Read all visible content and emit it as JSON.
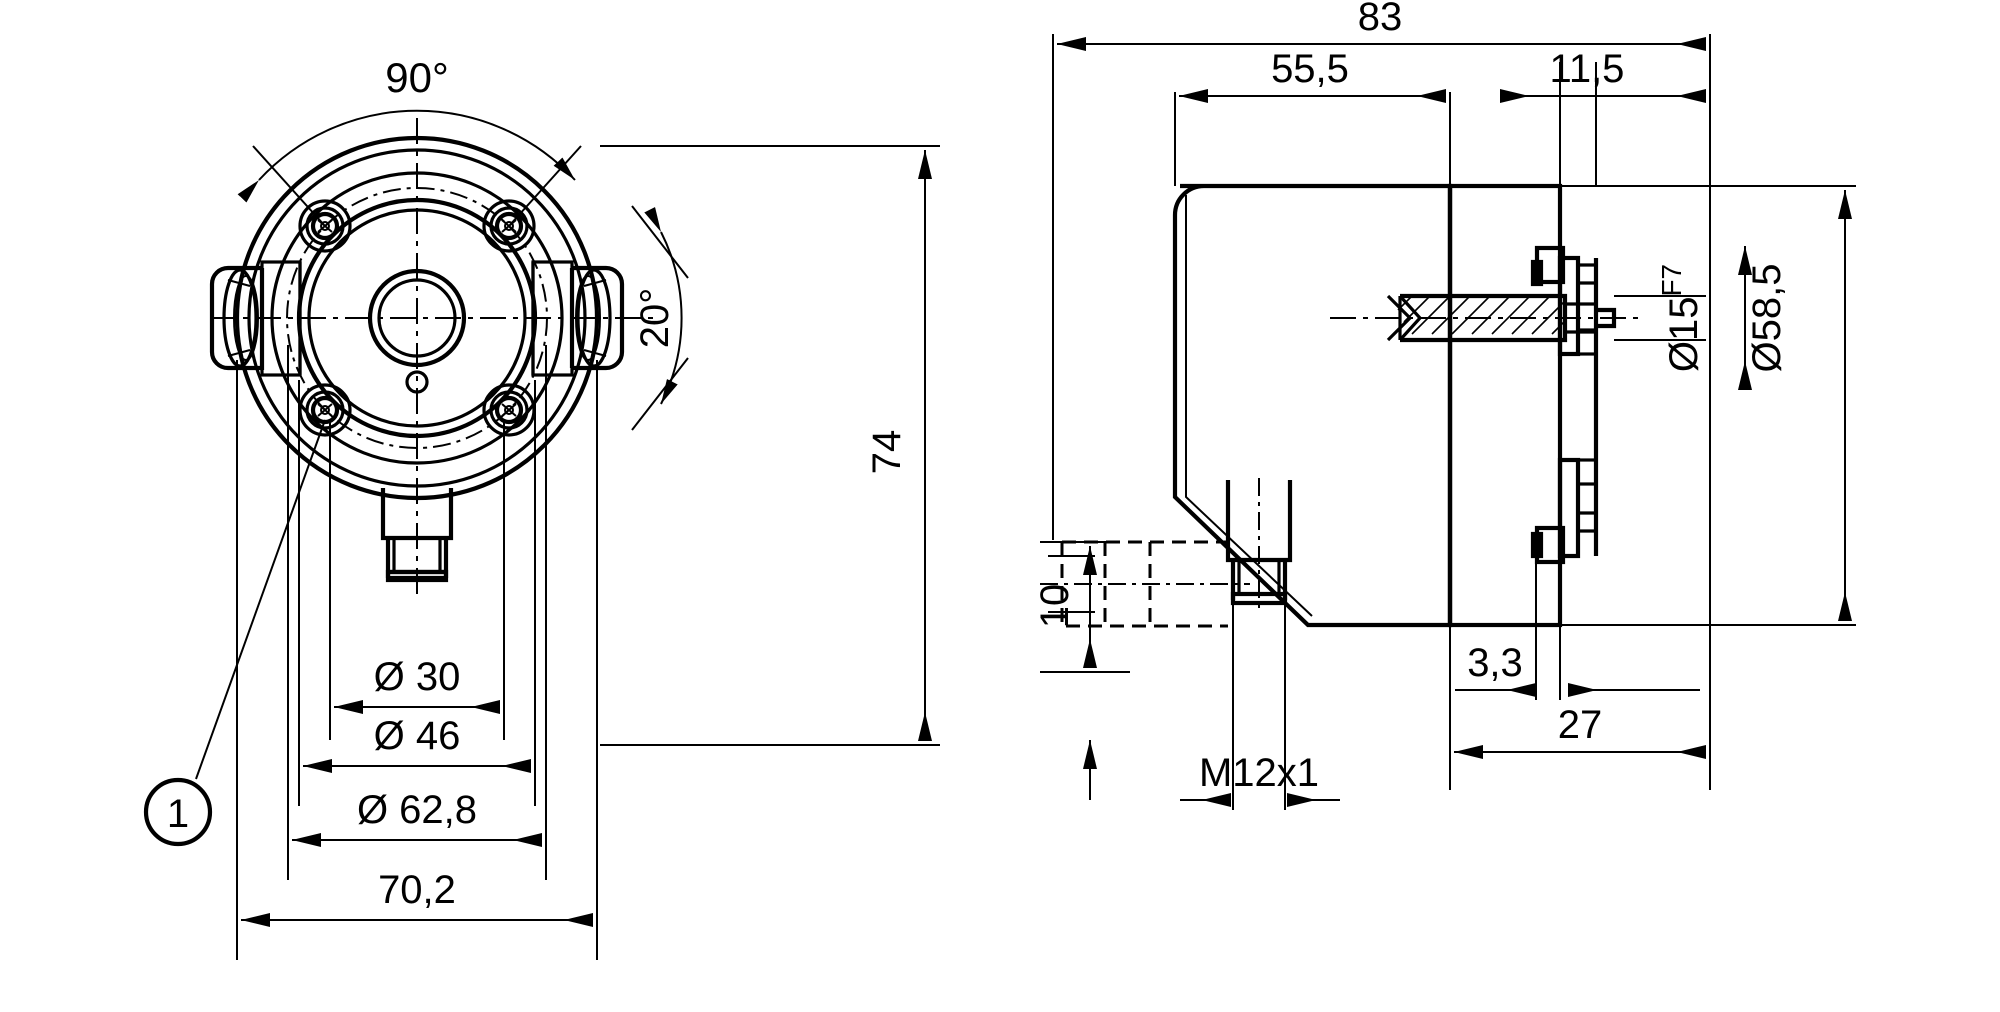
{
  "drawing": {
    "title": "Encoder dimensional drawing",
    "units": "mm",
    "line_color": "#000000",
    "background_color": "#ffffff"
  },
  "front_view": {
    "name": "front-view",
    "balloon": "1",
    "dimensions": {
      "angle_top": "90°",
      "angle_right": "20°",
      "height": "74",
      "bolt_circle_inner": "Ø 30",
      "pilot": "Ø 46",
      "bolt_circle": "Ø 62,8",
      "outer_width": "70,2"
    }
  },
  "side_view": {
    "name": "side-view",
    "dimensions": {
      "overall_length": "83",
      "body_length": "55,5",
      "flange_block": "11,5",
      "shaft_diameter": "Ø15",
      "shaft_tolerance": "F7",
      "flange_diameter": "Ø58,5",
      "connector_offset": "10",
      "connector_thread": "M12x1",
      "step_small": "3,3",
      "step_large": "27"
    }
  }
}
